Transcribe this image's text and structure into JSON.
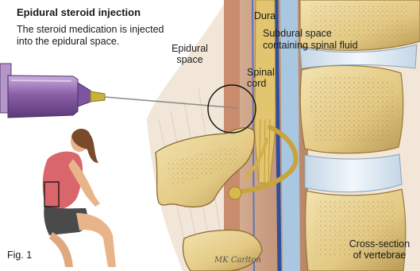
{
  "caption": {
    "title": "Epidural steroid injection",
    "line1": "The steroid medication is injected",
    "line2": "into the epidural space."
  },
  "labels": {
    "epidural_1": "Epidural",
    "epidural_2": "space",
    "dura": "Dura",
    "subdural_1": "Subdural space",
    "subdural_2": "containing spinal fluid",
    "spinal_1": "Spinal",
    "spinal_2": "cord",
    "cross_1": "Cross-section",
    "cross_2": "of vertebrae"
  },
  "figure_label": "Fig. 1",
  "signature": "MK Carlton",
  "colors": {
    "syringe": "#8a5fa6",
    "needle_hub": "#c7b33c",
    "dura": "#2f4f9a",
    "spinal_fluid": "#a9c7e0",
    "bone": "#e6cf8f",
    "bone_shadow": "#b99a55",
    "disc": "#dfe9f1",
    "nerve": "#c9a43a",
    "patient_shirt": "#d9666b",
    "patient_shorts": "#4a4a4a",
    "skin": "#e8b48a"
  }
}
